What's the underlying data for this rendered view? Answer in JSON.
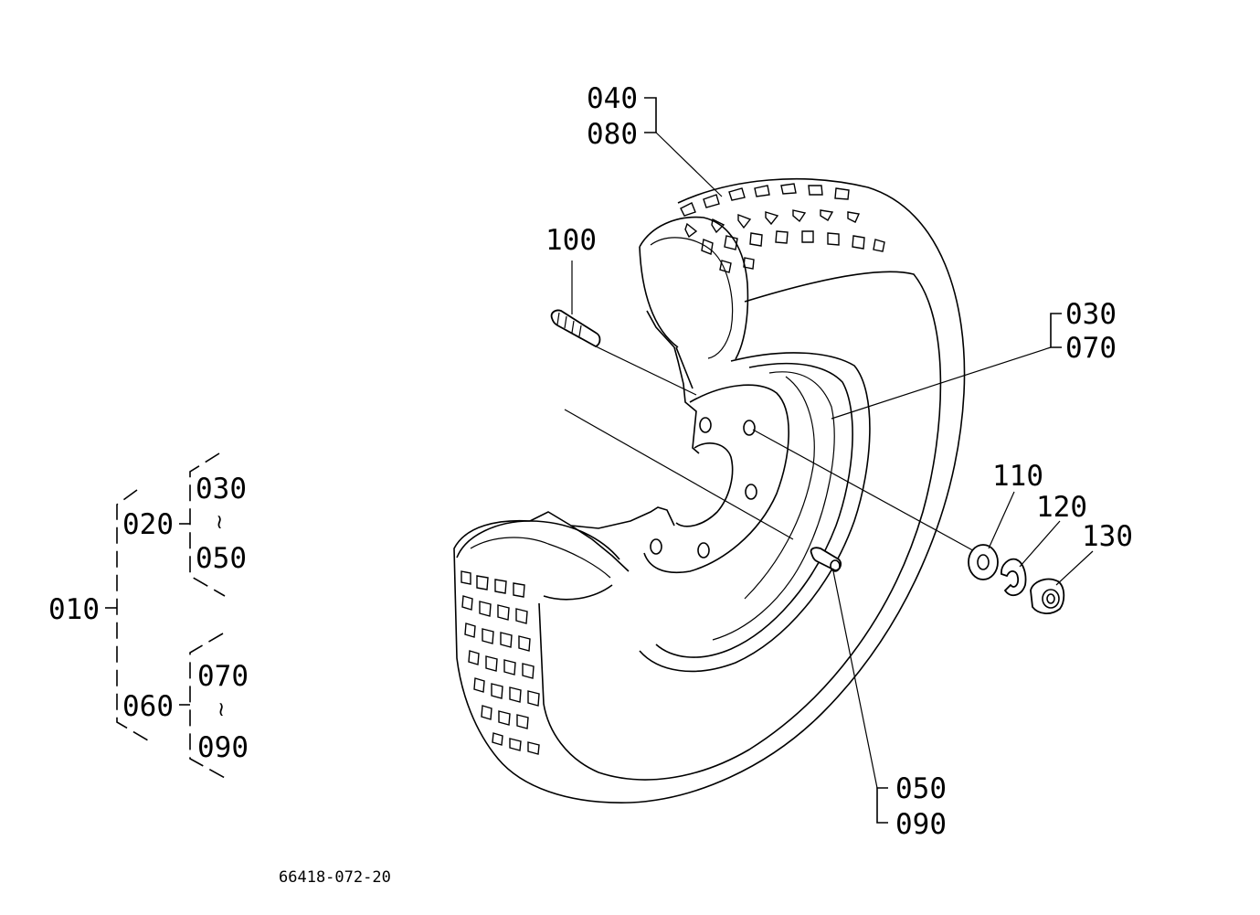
{
  "callouts": {
    "c040": "040",
    "c080": "080",
    "c100": "100",
    "c030": "030",
    "c070": "070",
    "c110": "110",
    "c120": "120",
    "c130": "130",
    "c050": "050",
    "c090": "090"
  },
  "tree": {
    "root": "010",
    "branch_a": "020",
    "branch_a_first": "030",
    "branch_a_range": "≀",
    "branch_a_last": "050",
    "branch_b": "060",
    "branch_b_first": "070",
    "branch_b_range": "≀",
    "branch_b_last": "090"
  },
  "drawing_code": "66418-072-20"
}
